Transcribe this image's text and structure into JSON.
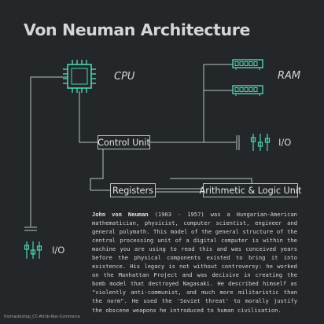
{
  "title": "Von Neuman Architecture",
  "nodes": {
    "cpu": "CPU",
    "ram": "RAM",
    "control_unit": "Control Unit",
    "registers": "Registers",
    "alu": "Arithmetic & Logic Unit",
    "io_right": "I/O",
    "io_left": "I/O"
  },
  "description": {
    "name": "John von Neuman",
    "body": " (1903 - 1957) was a Hungarian-American mathematician, physicist, computer scientist, engineer and general polymath. This model of the general structure of the central processing unit of a digital computer is within the machine you are using to read this and was conceived years before the physical components existed to bring it into existence.  His legacy is not without controversy: he worked on the Manhattan Project and was decisive in creating the bomb model that destroyed Nagasaki. He described himself as \"violently anti-communist, and much more militaristic than the norm\". He used the 'Soviet threat' to morally justify the obscene weapons he introduced to human civilisation."
  },
  "credit": "thomasbishop_CC-Attrib-Non-Commerce",
  "icons": [
    "cpu-chip-icon",
    "ram-module-icon",
    "io-plug-icon"
  ],
  "colors": {
    "background": "#232729",
    "accent": "#4fd3b3",
    "line": "#b9c3c1",
    "text": "#d6d6d6"
  }
}
